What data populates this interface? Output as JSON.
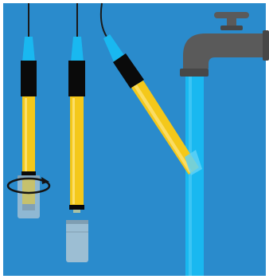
{
  "colors": {
    "background": "#2A8BCC",
    "frame": "#FFFFFF",
    "cable": "#1A1A1A",
    "connector": "#19B8F0",
    "probe_head": "#0A0A0A",
    "probe_body": "#F4C81A",
    "probe_highlight": "#FFE88A",
    "cap": "#A9C3D4",
    "cap_dark": "#7F9EB2",
    "rotation_arrow": "#141414",
    "faucet": "#5A5A5A",
    "faucet_dark": "#474747",
    "water": "#19B8F0",
    "water_light": "#5FD1F7"
  },
  "scene": {
    "probes": [
      {
        "name": "probe-with-cap-twisting",
        "state": "cap being unscrewed"
      },
      {
        "name": "probe-cap-removed",
        "state": "cap removed"
      },
      {
        "name": "probe-rinsing",
        "state": "rinsed under running water"
      }
    ],
    "icons": [
      "rotation-arrow-icon",
      "faucet-icon",
      "water-stream"
    ]
  }
}
